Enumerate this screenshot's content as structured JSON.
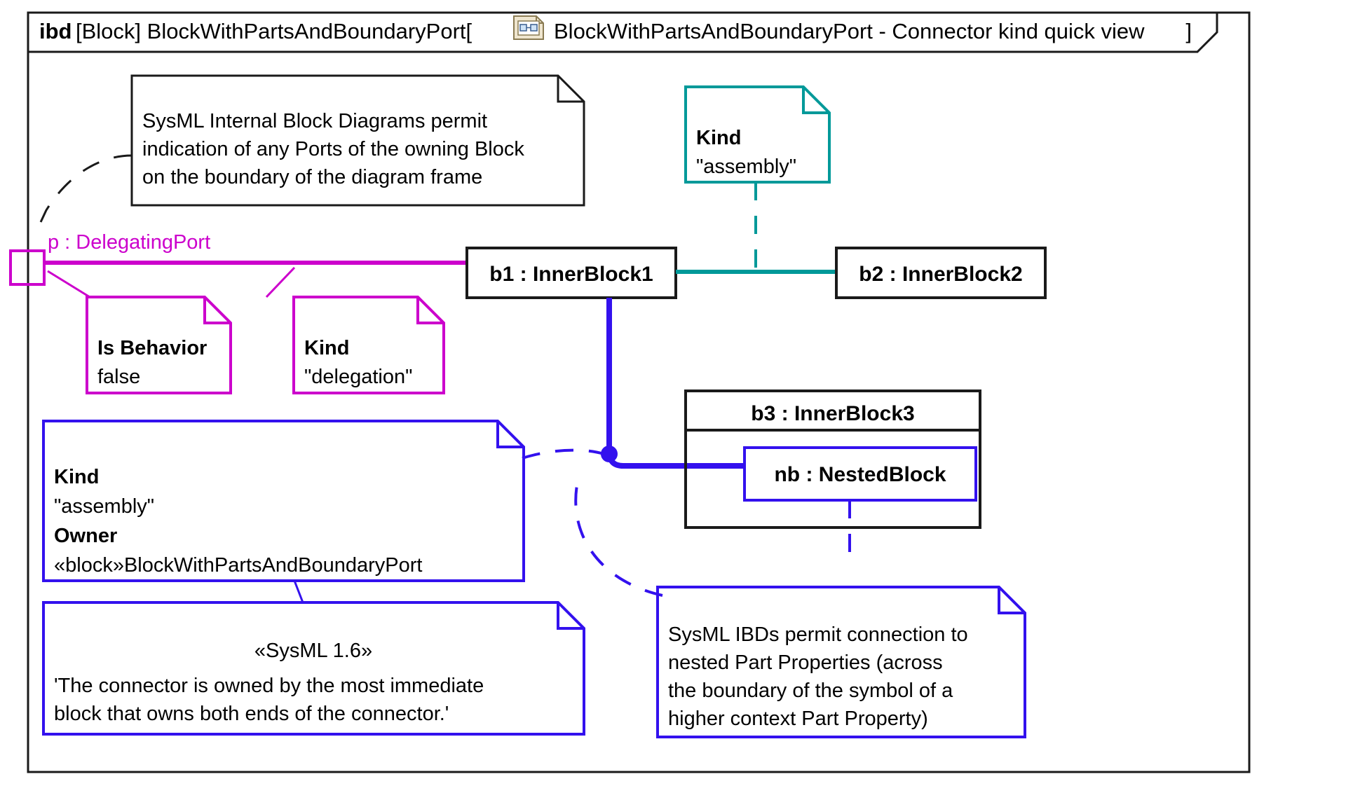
{
  "frame": {
    "keyword": "ibd",
    "scope": "[Block] BlockWithPartsAndBoundaryPort[",
    "icon_name": "ibd-diagram-icon",
    "title": "BlockWithPartsAndBoundaryPort - Connector kind quick view",
    "close_bracket": "]"
  },
  "colors": {
    "frame": "#1a1a1a",
    "teal": "#009999",
    "magenta": "#cc00cc",
    "blue": "#3311ee",
    "background": "#ffffff"
  },
  "notes": {
    "boundary_port_note": {
      "color": "#1a1a1a",
      "lines": [
        "SysML Internal Block Diagrams permit",
        "indication of any Ports of the owning Block",
        "on the boundary of the diagram frame"
      ]
    },
    "assembly_kind_note": {
      "color": "#009999",
      "lines": [
        {
          "text": "Kind",
          "bold": true
        },
        {
          "text": "\"assembly\"",
          "bold": false
        }
      ]
    },
    "is_behavior_note": {
      "color": "#cc00cc",
      "lines": [
        {
          "text": "Is Behavior",
          "bold": true
        },
        {
          "text": "false",
          "bold": false
        }
      ]
    },
    "delegation_kind_note": {
      "color": "#cc00cc",
      "lines": [
        {
          "text": "Kind",
          "bold": true
        },
        {
          "text": "\"delegation\"",
          "bold": false
        }
      ]
    },
    "kind_owner_note": {
      "color": "#3311ee",
      "lines": [
        {
          "text": "Kind",
          "bold": true
        },
        {
          "text": "\"assembly\"",
          "bold": false
        },
        {
          "text": "Owner",
          "bold": true
        },
        {
          "text": "«block»BlockWithPartsAndBoundaryPort",
          "bold": false
        }
      ]
    },
    "sysml16_note": {
      "color": "#3311ee",
      "heading": "«SysML 1.6»",
      "lines": [
        "'The connector is owned by the most immediate",
        "block that owns both ends of the connector.'"
      ]
    },
    "nested_part_note": {
      "color": "#3311ee",
      "lines": [
        "SysML IBDs permit connection to",
        "nested Part Properties (across",
        "the boundary of the symbol of a",
        "higher context Part Property)"
      ]
    }
  },
  "port": {
    "label": "p : DelegatingPort",
    "color": "#cc00cc"
  },
  "blocks": {
    "b1": {
      "label": "b1 : InnerBlock1"
    },
    "b2": {
      "label": "b2 : InnerBlock2"
    },
    "b3": {
      "label": "b3 : InnerBlock3"
    },
    "nb": {
      "label": "nb : NestedBlock",
      "color": "#3311ee"
    }
  },
  "connectors": {
    "delegation": {
      "from": "p : DelegatingPort",
      "to": "b1 : InnerBlock1",
      "kind": "\"delegation\"",
      "color": "#cc00cc"
    },
    "assembly": {
      "from": "b1 : InnerBlock1",
      "to": "b2 : InnerBlock2",
      "kind": "\"assembly\"",
      "color": "#009999"
    },
    "nested": {
      "from": "b1 : InnerBlock1",
      "to": "nb : NestedBlock",
      "kind": "\"assembly\"",
      "color": "#3311ee"
    }
  }
}
